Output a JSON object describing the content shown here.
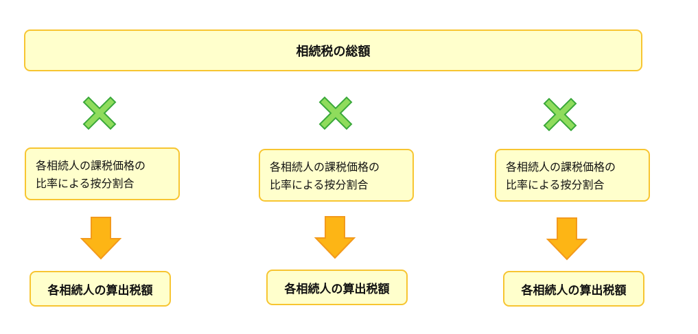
{
  "total": {
    "label": "相続税の総額"
  },
  "columns": [
    {
      "ratio_line1": "各相続人の課税価格の",
      "ratio_line2": "比率による按分割合",
      "result": "各相続人の算出税額"
    },
    {
      "ratio_line1": "各相続人の課税価格の",
      "ratio_line2": "比率による按分割合",
      "result": "各相続人の算出税額"
    },
    {
      "ratio_line1": "各相続人の課税価格の",
      "ratio_line2": "比率による按分割合",
      "result": "各相続人の算出税額"
    }
  ],
  "colors": {
    "box_fill": "#ffffcc",
    "box_border": "#f7c531",
    "cross_fill": "#8fdc5c",
    "cross_stroke": "#3aa83a",
    "arrow_fill": "#fdb515",
    "arrow_stroke": "#f39a1b"
  }
}
